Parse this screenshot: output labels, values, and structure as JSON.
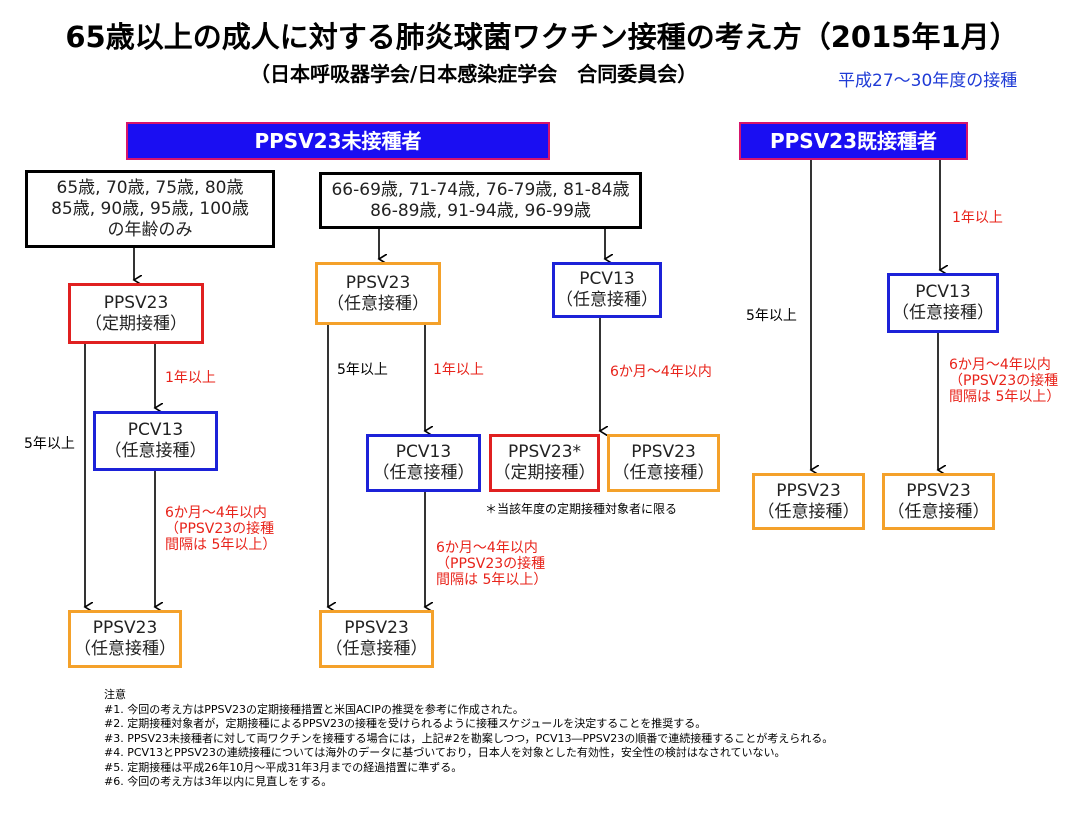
{
  "title": "65歳以上の成人に対する肺炎球菌ワクチン接種の考え方（2015年1月）",
  "subtitle": "（日本呼吸器学会/日本感染症学会　合同委員会）",
  "period": "平成27〜30年度の接種",
  "headers": {
    "unvaccinated": "PPSV23未接種者",
    "vaccinated": "PPSV23既接種者"
  },
  "age_boxes": {
    "left": [
      "65歳, 70歳, 75歳, 80歳",
      "85歳, 90歳, 95歳, 100歳",
      "の年齢のみ"
    ],
    "middle": [
      "66-69歳, 71-74歳, 76-79歳, 81-84歳",
      "86-89歳, 91-94歳, 96-99歳"
    ]
  },
  "nodes": {
    "ppsv23": "PPSV23",
    "ppsv23_star": "PPSV23*",
    "pcv13": "PCV13",
    "routine": "（定期接種）",
    "optional": "（任意接種）"
  },
  "labels": {
    "five_years": "5年以上",
    "one_year": "1年以上",
    "six_months_line1": "6か月〜4年以内",
    "six_months_line2": "（PPSV23の接種",
    "six_months_line3": "間隔は 5年以上）",
    "six_months": "6か月〜4年以内"
  },
  "footnote": "＊当該年度の定期接種対象者に限る",
  "notes": [
    "注意",
    "#1. 今回の考え方はPPSV23の定期接種措置と米国ACIPの推奨を参考に作成された。",
    "#2. 定期接種対象者が，定期接種によるPPSV23の接種を受けられるように接種スケジュールを決定することを推奨する。",
    "#3. PPSV23未接種者に対して両ワクチンを接種する場合には，上記#2を勘案しつつ，PCV13―PPSV23の順番で連続接種することが考えられる。",
    "#4. PCV13とPPSV23の連続接種については海外のデータに基づいており，日本人を対象とした有効性，安全性の検討はなされていない。",
    "#5. 定期接種は平成26年10月〜平成31年3月までの経過措置に準ずる。",
    "#6. 今回の考え方は3年以内に見直しをする。"
  ],
  "colors": {
    "header_fill": "#1a0ef2",
    "header_border": "#d6156b",
    "red": "#e02020",
    "blue": "#1c22d8",
    "orange": "#f4a12a",
    "period_text": "#1f3bd6"
  }
}
